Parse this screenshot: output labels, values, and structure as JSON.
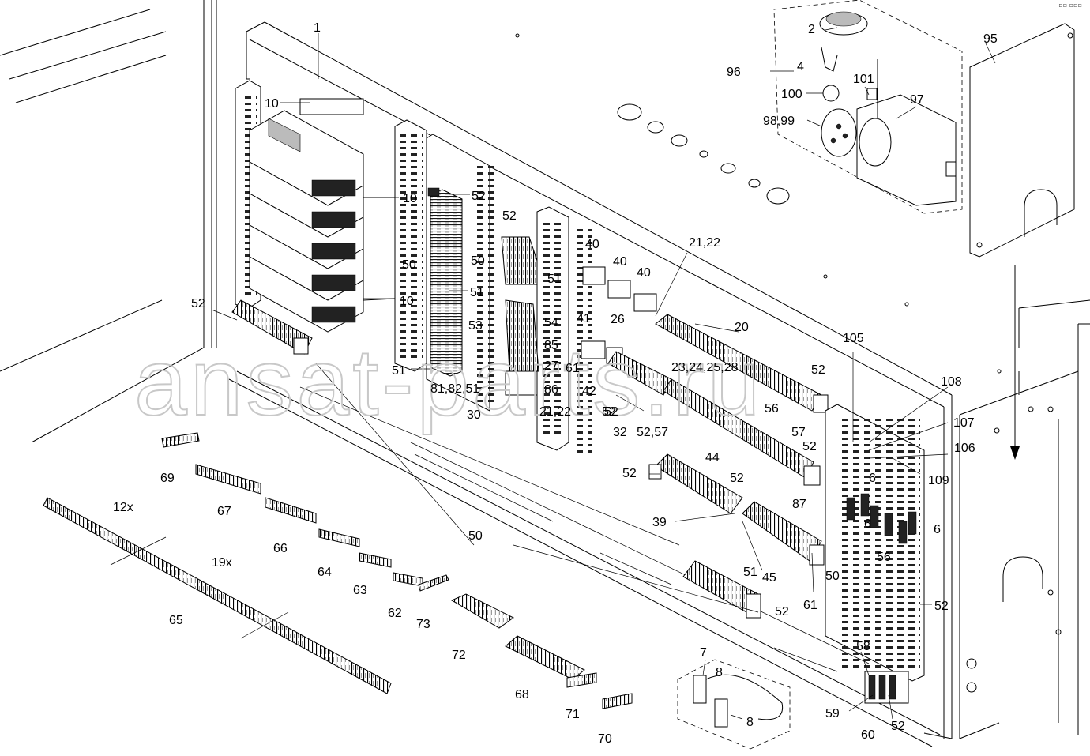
{
  "watermark": "ansat-parts.ru",
  "corner_mark": "▫▫ ▫▫▫",
  "callouts": [
    "1",
    "2",
    "4",
    "96",
    "100",
    "101",
    "97",
    "98,99",
    "95",
    "10",
    "10",
    "10",
    "52",
    "50",
    "51",
    "52",
    "50",
    "51",
    "52",
    "53",
    "54",
    "85",
    "27",
    "61",
    "86",
    "81,82,51",
    "30",
    "21,22",
    "40",
    "40",
    "40",
    "41",
    "26",
    "42",
    "52",
    "32",
    "52,57",
    "21,22",
    "20",
    "23,24,25,28",
    "52",
    "105",
    "108",
    "107",
    "106",
    "109",
    "56",
    "57",
    "52",
    "87",
    "44",
    "52",
    "52",
    "39",
    "45",
    "61",
    "6",
    "6",
    "6",
    "56",
    "50",
    "52",
    "51",
    "52",
    "58",
    "59",
    "60",
    "52",
    "7",
    "8",
    "8",
    "69",
    "67",
    "12x",
    "66",
    "64",
    "19x",
    "63",
    "62",
    "73",
    "65",
    "72",
    "68",
    "71",
    "70",
    "50",
    "52",
    "51"
  ]
}
